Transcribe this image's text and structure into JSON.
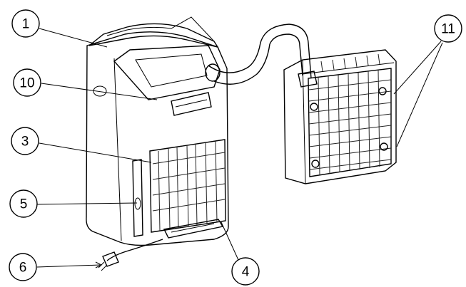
{
  "callouts": [
    {
      "id": "c1",
      "label": "1"
    },
    {
      "id": "c10",
      "label": "10"
    },
    {
      "id": "c3",
      "label": "3"
    },
    {
      "id": "c5",
      "label": "5"
    },
    {
      "id": "c6",
      "label": "6"
    },
    {
      "id": "c4",
      "label": "4"
    },
    {
      "id": "c11",
      "label": "11"
    }
  ]
}
